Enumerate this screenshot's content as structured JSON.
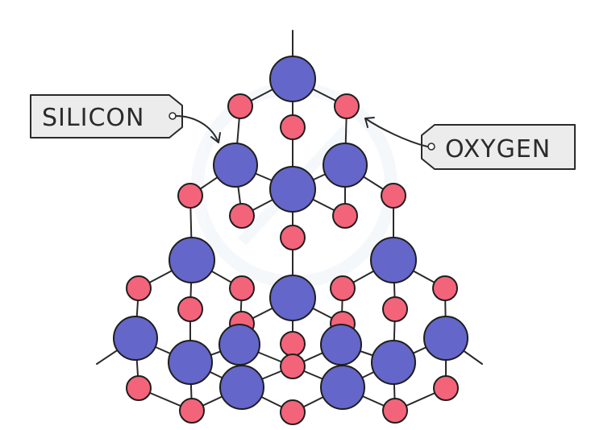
{
  "labels": {
    "silicon": "SILICON",
    "oxygen": "OXYGEN"
  },
  "colors": {
    "silicon_atom": "#6466c9",
    "oxygen_atom": "#f3647a",
    "label_fill": "#ececec"
  },
  "icons": {
    "watermark": "save-my-exams-logo"
  }
}
